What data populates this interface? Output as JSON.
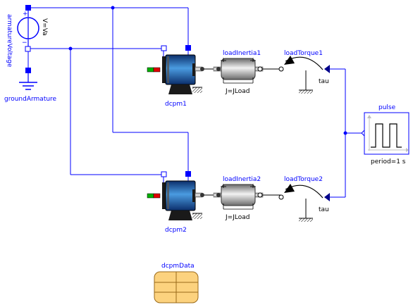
{
  "components": {
    "voltage_source": {
      "name": "armatureVoltage",
      "param": "V=Va",
      "plus": "+",
      "minus": "−"
    },
    "ground": {
      "name": "groundArmature"
    },
    "motor1": {
      "name": "dcpm1"
    },
    "motor2": {
      "name": "dcpm2"
    },
    "inertia1": {
      "name": "loadInertia1",
      "param": "J=JLoad"
    },
    "inertia2": {
      "name": "loadInertia2",
      "param": "J=JLoad"
    },
    "torque1": {
      "name": "loadTorque1",
      "input": "tau"
    },
    "torque2": {
      "name": "loadTorque2",
      "input": "tau"
    },
    "pulse": {
      "name": "pulse",
      "param": "period=1 s"
    },
    "record": {
      "name": "dcpmData"
    }
  },
  "colors": {
    "wire": "#0000ff",
    "motor_body": "#1d5fa8",
    "record_fill": "#fcd27e"
  }
}
